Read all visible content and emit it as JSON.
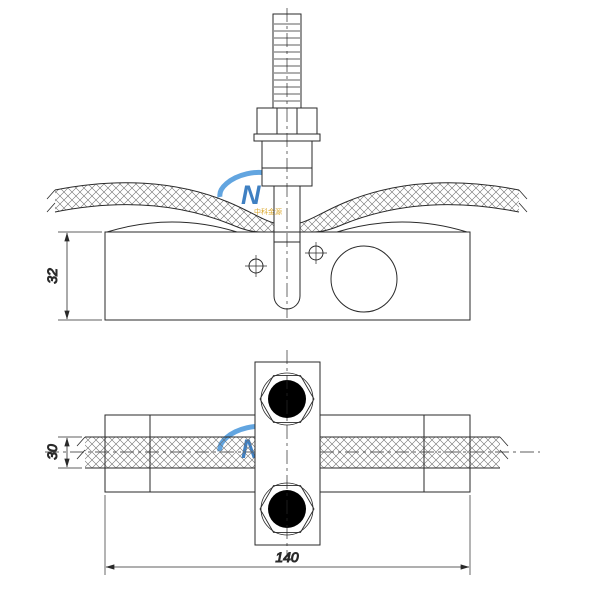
{
  "drawing": {
    "dimensions": {
      "front_height": "32",
      "sheet_width": "30",
      "overall_length": "140"
    },
    "watermark": {
      "letter": "N",
      "caption": "中科金源"
    }
  }
}
